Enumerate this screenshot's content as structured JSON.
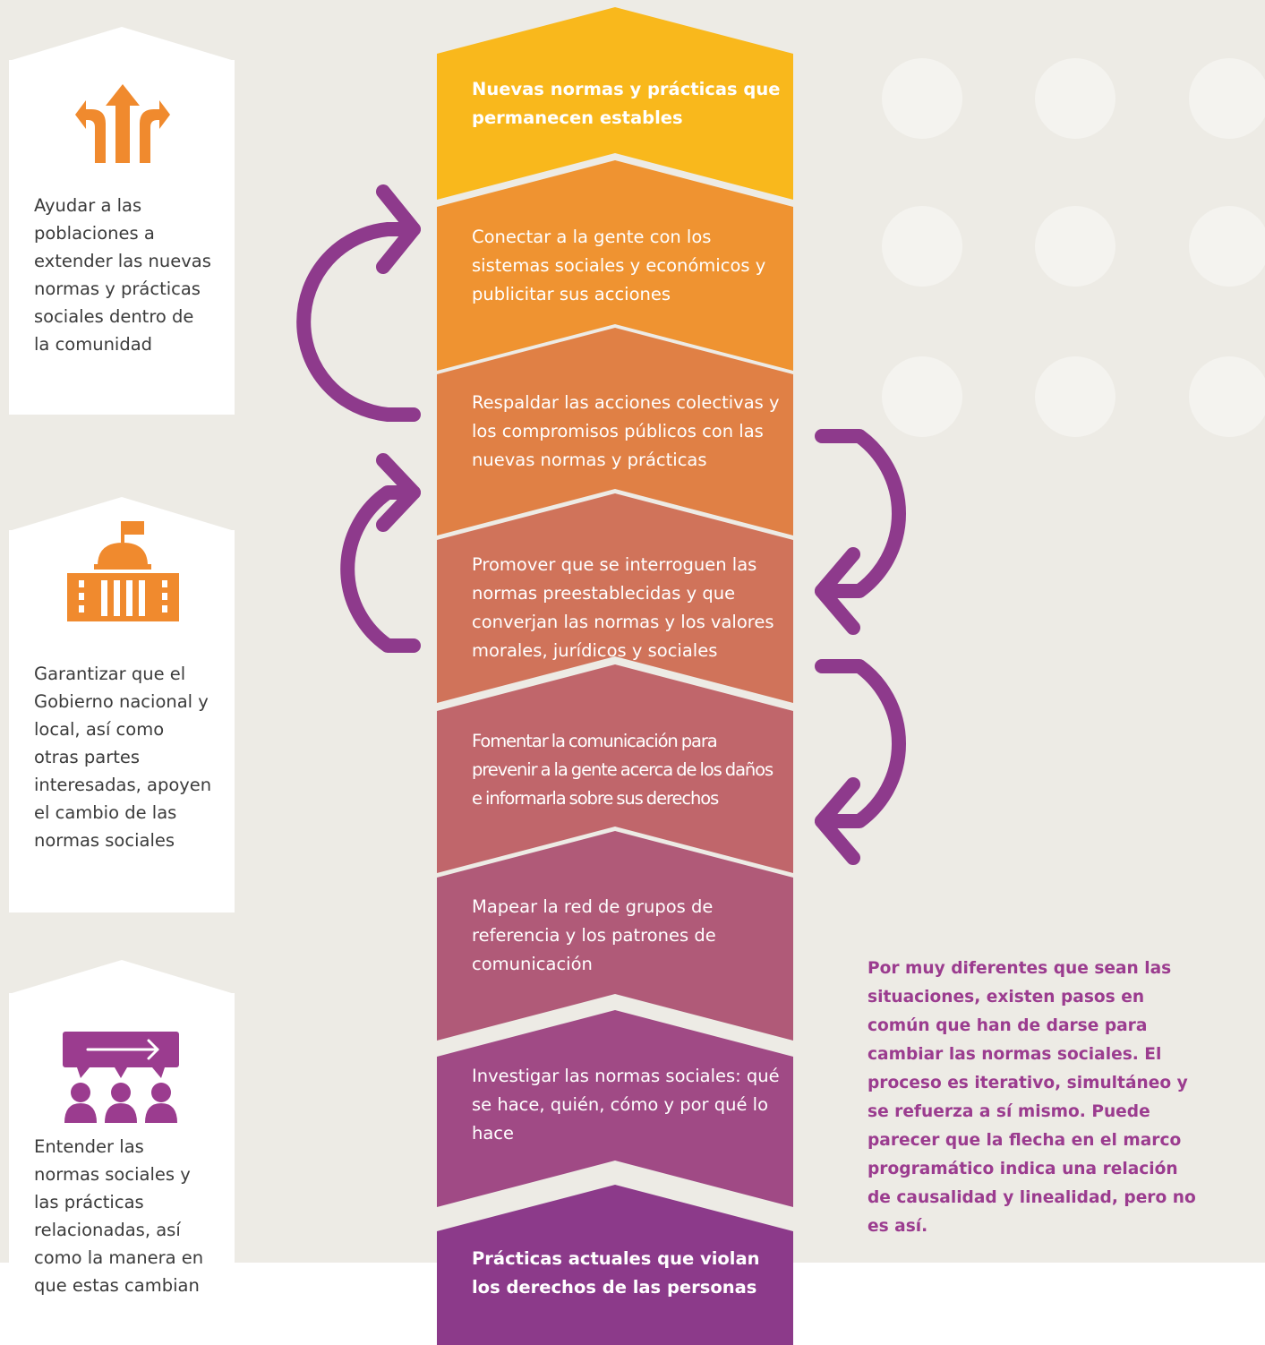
{
  "left_cards": [
    {
      "icon": "diverging-arrows-icon",
      "text": "Ayudar a las poblaciones a extender las nuevas normas y prácticas sociales dentro de la comunidad"
    },
    {
      "icon": "government-building-icon",
      "text": "Garantizar que el Gobierno nacional y local, así como otras partes interesadas, apoyen el cambio de las normas sociales"
    },
    {
      "icon": "group-communication-icon",
      "text": "Entender las normas sociales y las prácticas relacionadas, así como la manera en que estas cambian"
    }
  ],
  "steps": [
    {
      "text": "Nuevas normas y prácticas que permanecen estables",
      "color": "#f9b81c"
    },
    {
      "text": "Conectar a la gente con los sistemas sociales y económicos y publicitar sus acciones",
      "color": "#ef9331"
    },
    {
      "text": "Respaldar las acciones colectivas y los compromisos públicos con las nuevas normas y prácticas",
      "color": "#e08045"
    },
    {
      "text": "Promover que se interroguen las normas preestablecidas y que converjan las normas y los valores morales, jurídicos y sociales",
      "color": "#d0735a"
    },
    {
      "text": "Fomentar la comunicación para prevenir a la gente acerca de los daños e informarla sobre sus derechos",
      "color": "#c0666b"
    },
    {
      "text": "Mapear la red de grupos de referencia y los patrones de comunicación",
      "color": "#b05a78"
    },
    {
      "text": "Investigar las normas sociales: qué se hace, quién, cómo y por qué lo hace",
      "color": "#a04a85"
    },
    {
      "text": "Prácticas actuales que violan los derechos de las personas",
      "color": "#8c3a8a"
    }
  ],
  "note": "Por muy diferentes que sean las situaciones, existen pasos en común que han de darse para cambiar las normas sociales. El proceso es iterativo, simultáneo y se refuerza a sí mismo. Puede parecer que la flecha en el marco programático indica una relación de causalidad y linealidad, pero no es así.",
  "colors": {
    "background": "#edebe5",
    "accent_orange": "#f08a2e",
    "accent_purple": "#9b3c8f",
    "cycle_arrow": "#8e3a8c"
  }
}
